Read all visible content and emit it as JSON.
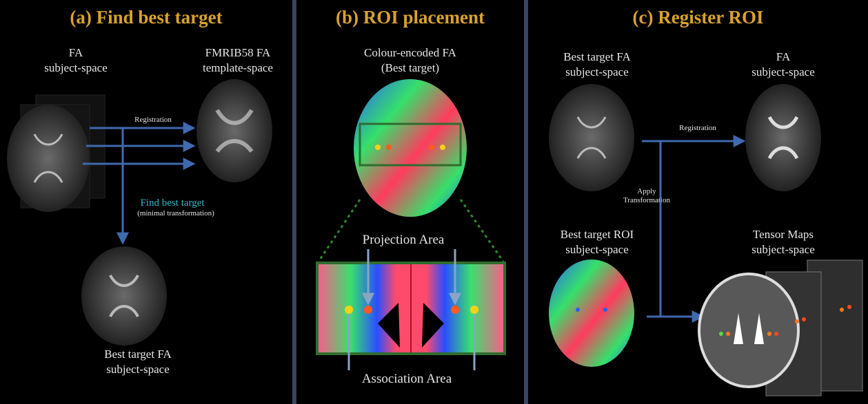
{
  "panels": {
    "a": {
      "title": "(a) Find best target",
      "fa_subject": "FA\nsubject-space",
      "template": "FMRIB58 FA\ntemplate-space",
      "registration": "Registration",
      "find_best": "Find best target",
      "minimal": "(minimal transformation)",
      "best_target": "Best target FA\nsubject-space"
    },
    "b": {
      "title": "(b) ROI placement",
      "colour_fa": "Colour-encoded FA\n(Best target)",
      "projection": "Projection Area",
      "association": "Association Area"
    },
    "c": {
      "title": "(c) Register ROI",
      "best_fa": "Best target FA\nsubject-space",
      "fa_subject": "FA\nsubject-space",
      "registration": "Registration",
      "apply": "Apply\nTransformation",
      "best_roi": "Best target ROI\nsubject-space",
      "tensor": "Tensor Maps\nsubject-space"
    }
  },
  "colors": {
    "title": "#d9a22b",
    "arrow": "#3f6ab0",
    "find_best": "#33b7c9",
    "divider": "#3a4660",
    "projection_dot": "#ff5a1f",
    "association_dot": "#f5d21a"
  }
}
